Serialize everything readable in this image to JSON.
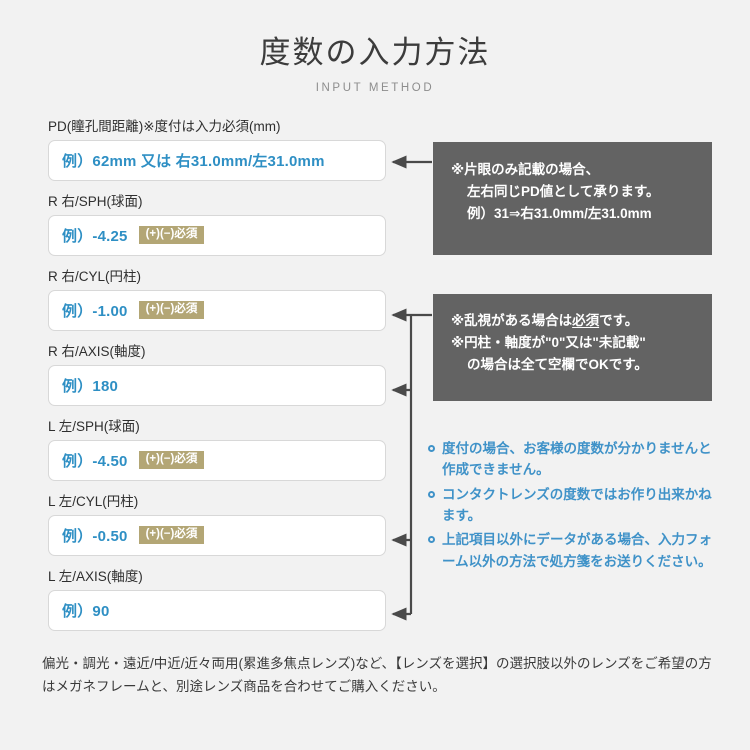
{
  "header": {
    "title_ja": "度数の入力方法",
    "title_en": "INPUT METHOD"
  },
  "form": {
    "fields": [
      {
        "name": "pd",
        "label": "PD(瞳孔間距離)※度付は入力必須(mm)",
        "placeholder": "例）62mm 又は 右31.0mm/左31.0mm",
        "badge": ""
      },
      {
        "name": "right-sph",
        "label": "R 右/SPH(球面)",
        "placeholder": "例）-4.25",
        "badge": "(+)(−)必須"
      },
      {
        "name": "right-cyl",
        "label": "R 右/CYL(円柱)",
        "placeholder": "例）-1.00",
        "badge": "(+)(−)必須"
      },
      {
        "name": "right-axis",
        "label": "R 右/AXIS(軸度)",
        "placeholder": "例）180",
        "badge": ""
      },
      {
        "name": "left-sph",
        "label": "L 左/SPH(球面)",
        "placeholder": "例）-4.50",
        "badge": "(+)(−)必須"
      },
      {
        "name": "left-cyl",
        "label": "L 左/CYL(円柱)",
        "placeholder": "例）-0.50",
        "badge": "(+)(−)必須"
      },
      {
        "name": "left-axis",
        "label": "L 左/AXIS(軸度)",
        "placeholder": "例）90",
        "badge": ""
      }
    ]
  },
  "callouts": {
    "pd_note": {
      "line1": "※片眼のみ記載の場合、",
      "line2": "左右同じPD値として承ります。",
      "line3": "例）31⇒右31.0mm/左31.0mm"
    },
    "astigmatism_note": {
      "line1_pre": "※乱視がある場合は",
      "line1_underline": "必須",
      "line1_post": "です。",
      "line2": "※円柱・軸度が\"0\"又は\"未記載\"",
      "line3": "の場合は全て空欄でOKです。"
    }
  },
  "notes": [
    "度付の場合、お客様の度数が分かりませんと作成できません。",
    "コンタクトレンズの度数ではお作り出来かねます。",
    "上記項目以外にデータがある場合、入力フォーム以外の方法で処方箋をお送りください。"
  ],
  "footer": {
    "text": "偏光・調光・遠近/中近/近々両用(累進多焦点レンズ)など、【レンズを選択】の選択肢以外のレンズをご希望の方はメガネフレームと、別途レンズ商品を合わせてご購入ください。"
  },
  "colors": {
    "background": "#f2f2f2",
    "placeholder_blue": "#2e8fc4",
    "badge_khaki": "#b3a675",
    "callout_grey": "#636363",
    "note_blue": "#3f92c8"
  }
}
